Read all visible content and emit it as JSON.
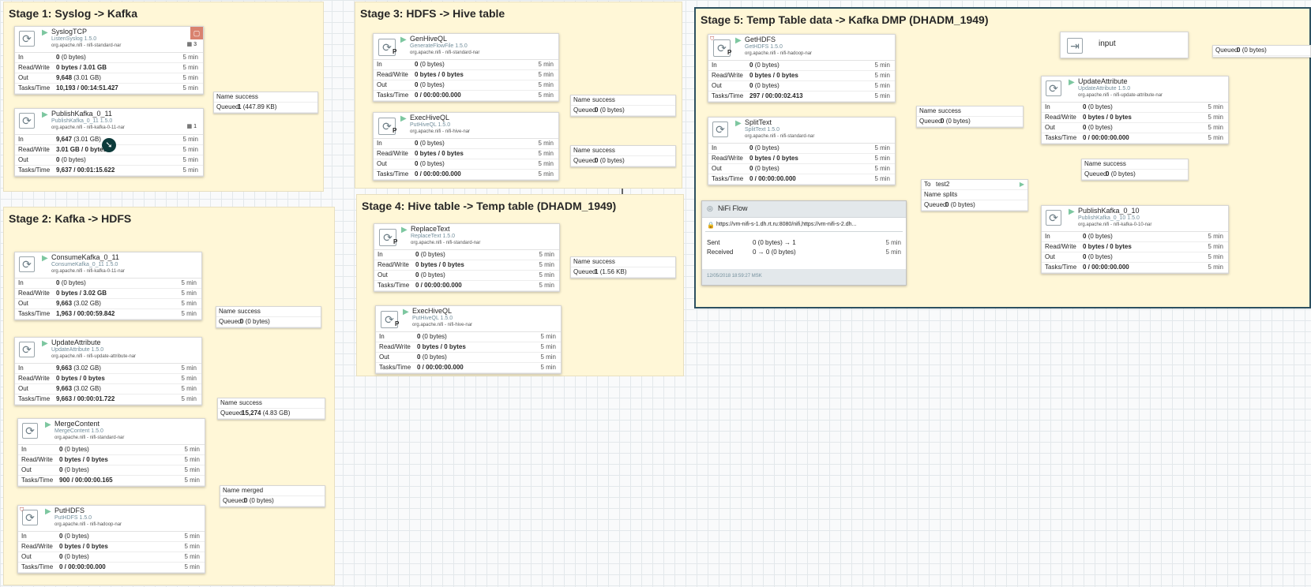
{
  "stages": {
    "s1": {
      "title": "Stage 1: Syslog -> Kafka"
    },
    "s2": {
      "title": "Stage 2: Kafka -> HDFS"
    },
    "s3": {
      "title": "Stage 3: HDFS -> Hive table"
    },
    "s4": {
      "title": "Stage 4: Hive table -> Temp table (DHADM_1949)"
    },
    "s5": {
      "title": "Stage 5: Temp Table data -> Kafka DMP (DHADM_1949)"
    }
  },
  "labels": {
    "in": "In",
    "rw": "Read/Write",
    "out": "Out",
    "tasks": "Tasks/Time",
    "name": "Name",
    "queued": "Queued",
    "to": "To",
    "sent": "Sent",
    "received": "Received",
    "five_min": "5 min"
  },
  "processors": {
    "syslogtcp": {
      "name": "SyslogTCP",
      "type": "ListenSyslog 1.5.0",
      "bundle": "org.apache.nifi - nifi-standard-nar",
      "count": "3",
      "in_b": "0",
      "in_r": "(0 bytes)",
      "rw_b": "0 bytes / 3.01 GB",
      "rw_r": "",
      "out_b": "9,648",
      "out_r": "(3.01 GB)",
      "tasks_b": "10,193 / 00:14:51.427",
      "tasks_r": ""
    },
    "publishkafka011": {
      "name": "PublishKafka_0_11",
      "type": "PublishKafka_0_11 1.5.0",
      "bundle": "org.apache.nifi - nifi-kafka-0-11-nar",
      "count": "1",
      "in_b": "9,647",
      "in_r": "(3.01 GB)",
      "rw_b": "3.01 GB / 0 bytes",
      "rw_r": "",
      "out_b": "0",
      "out_r": "(0 bytes)",
      "tasks_b": "9,637 / 00:01:15.622",
      "tasks_r": ""
    },
    "consumekafka": {
      "name": "ConsumeKafka_0_11",
      "type": "ConsumeKafka_0_11 1.5.0",
      "bundle": "org.apache.nifi - nifi-kafka-0-11-nar",
      "in_b": "0",
      "in_r": "(0 bytes)",
      "rw_b": "0 bytes / 3.02 GB",
      "rw_r": "",
      "out_b": "9,663",
      "out_r": "(3.02 GB)",
      "tasks_b": "1,963 / 00:00:59.842",
      "tasks_r": ""
    },
    "updateattr2": {
      "name": "UpdateAttribute",
      "type": "UpdateAttribute 1.5.0",
      "bundle": "org.apache.nifi - nifi-update-attribute-nar",
      "in_b": "9,663",
      "in_r": "(3.02 GB)",
      "rw_b": "0 bytes / 0 bytes",
      "rw_r": "",
      "out_b": "9,663",
      "out_r": "(3.02 GB)",
      "tasks_b": "9,663 / 00:00:01.722",
      "tasks_r": ""
    },
    "mergecontent": {
      "name": "MergeContent",
      "type": "MergeContent 1.5.0",
      "bundle": "org.apache.nifi - nifi-standard-nar",
      "in_b": "0",
      "in_r": "(0 bytes)",
      "rw_b": "0 bytes / 0 bytes",
      "rw_r": "",
      "out_b": "0",
      "out_r": "(0 bytes)",
      "tasks_b": "900 / 00:00:00.165",
      "tasks_r": ""
    },
    "puthdfs": {
      "name": "PutHDFS",
      "type": "PutHDFS 1.5.0",
      "bundle": "org.apache.nifi - nifi-hadoop-nar",
      "in_b": "0",
      "in_r": "(0 bytes)",
      "rw_b": "0 bytes / 0 bytes",
      "rw_r": "",
      "out_b": "0",
      "out_r": "(0 bytes)",
      "tasks_b": "0 / 00:00:00.000",
      "tasks_r": ""
    },
    "genhiveql": {
      "name": "GenHiveQL",
      "type": "GenerateFlowFile 1.5.0",
      "bundle": "org.apache.nifi - nifi-standard-nar",
      "in_b": "0",
      "in_r": "(0 bytes)",
      "rw_b": "0 bytes / 0 bytes",
      "rw_r": "",
      "out_b": "0",
      "out_r": "(0 bytes)",
      "tasks_b": "0 / 00:00:00.000",
      "tasks_r": ""
    },
    "exechiveql3": {
      "name": "ExecHiveQL",
      "type": "PutHiveQL 1.5.0",
      "bundle": "org.apache.nifi - nifi-hive-nar",
      "in_b": "0",
      "in_r": "(0 bytes)",
      "rw_b": "0 bytes / 0 bytes",
      "rw_r": "",
      "out_b": "0",
      "out_r": "(0 bytes)",
      "tasks_b": "0 / 00:00:00.000",
      "tasks_r": ""
    },
    "replacetext": {
      "name": "ReplaceText",
      "type": "ReplaceText 1.5.0",
      "bundle": "org.apache.nifi - nifi-standard-nar",
      "in_b": "0",
      "in_r": "(0 bytes)",
      "rw_b": "0 bytes / 0 bytes",
      "rw_r": "",
      "out_b": "0",
      "out_r": "(0 bytes)",
      "tasks_b": "0 / 00:00:00.000",
      "tasks_r": ""
    },
    "exechiveql4": {
      "name": "ExecHiveQL",
      "type": "PutHiveQL 1.5.0",
      "bundle": "org.apache.nifi - nifi-hive-nar",
      "in_b": "0",
      "in_r": "(0 bytes)",
      "rw_b": "0 bytes / 0 bytes",
      "rw_r": "",
      "out_b": "0",
      "out_r": "(0 bytes)",
      "tasks_b": "0 / 00:00:00.000",
      "tasks_r": ""
    },
    "gethdfs": {
      "name": "GetHDFS",
      "type": "GetHDFS 1.5.0",
      "bundle": "org.apache.nifi - nifi-hadoop-nar",
      "in_b": "0",
      "in_r": "(0 bytes)",
      "rw_b": "0 bytes / 0 bytes",
      "rw_r": "",
      "out_b": "0",
      "out_r": "(0 bytes)",
      "tasks_b": "297 / 00:00:02.413",
      "tasks_r": ""
    },
    "splittext": {
      "name": "SplitText",
      "type": "SplitText 1.5.0",
      "bundle": "org.apache.nifi - nifi-standard-nar",
      "in_b": "0",
      "in_r": "(0 bytes)",
      "rw_b": "0 bytes / 0 bytes",
      "rw_r": "",
      "out_b": "0",
      "out_r": "(0 bytes)",
      "tasks_b": "0 / 00:00:00.000",
      "tasks_r": ""
    },
    "updateattr5": {
      "name": "UpdateAttribute",
      "type": "UpdateAttribute 1.5.0",
      "bundle": "org.apache.nifi - nifi-update-attribute-nar",
      "in_b": "0",
      "in_r": "(0 bytes)",
      "rw_b": "0 bytes / 0 bytes",
      "rw_r": "",
      "out_b": "0",
      "out_r": "(0 bytes)",
      "tasks_b": "0 / 00:00:00.000",
      "tasks_r": ""
    },
    "publishkafka010": {
      "name": "PublishKafka_0_10",
      "type": "PublishKafka_0_10 1.5.0",
      "bundle": "org.apache.nifi - nifi-kafka-0-10-nar",
      "in_b": "0",
      "in_r": "(0 bytes)",
      "rw_b": "0 bytes / 0 bytes",
      "rw_r": "",
      "out_b": "0",
      "out_r": "(0 bytes)",
      "tasks_b": "0 / 00:00:00.000",
      "tasks_r": ""
    }
  },
  "connections": {
    "c1": {
      "name": "success",
      "queued_b": "1",
      "queued_r": "(447.89 KB)"
    },
    "c2": {
      "name": "success",
      "queued_b": "0",
      "queued_r": "(0 bytes)"
    },
    "c3": {
      "name": "success",
      "queued_b": "15,274",
      "queued_r": "(4.83 GB)"
    },
    "c4": {
      "name": "merged",
      "queued_b": "0",
      "queued_r": "(0 bytes)"
    },
    "c5": {
      "name": "success",
      "queued_b": "0",
      "queued_r": "(0 bytes)"
    },
    "c6": {
      "name": "success",
      "queued_b": "0",
      "queued_r": "(0 bytes)"
    },
    "c7": {
      "name": "success",
      "queued_b": "1",
      "queued_r": "(1.56 KB)"
    },
    "c8": {
      "name": "success",
      "queued_b": "0",
      "queued_r": "(0 bytes)"
    },
    "c9": {
      "to": "test2",
      "name": "splits",
      "queued_b": "0",
      "queued_r": "(0 bytes)"
    },
    "c10": {
      "queued_b": "0",
      "queued_r": "(0 bytes)"
    },
    "c11": {
      "name": "success",
      "queued_b": "0",
      "queued_r": "(0 bytes)"
    }
  },
  "input_port": {
    "name": "input"
  },
  "remote_group": {
    "title": "NiFi Flow",
    "url": "https://vm-nifi-s-1.dh.rt.ru:8080/nifi,https://vm-nifi-s-2.dh...",
    "sent": "0 (0 bytes) → 1",
    "received": "0 → 0 (0 bytes)",
    "timestamp": "12/05/2018 18:59:27 MSK"
  },
  "colors": {
    "group_bg": "#fff7d7",
    "play": "#7dc7a0",
    "bulletin": "#d9826f",
    "selected_border": "#2d5060",
    "remote_header": "#e3e8eb"
  }
}
